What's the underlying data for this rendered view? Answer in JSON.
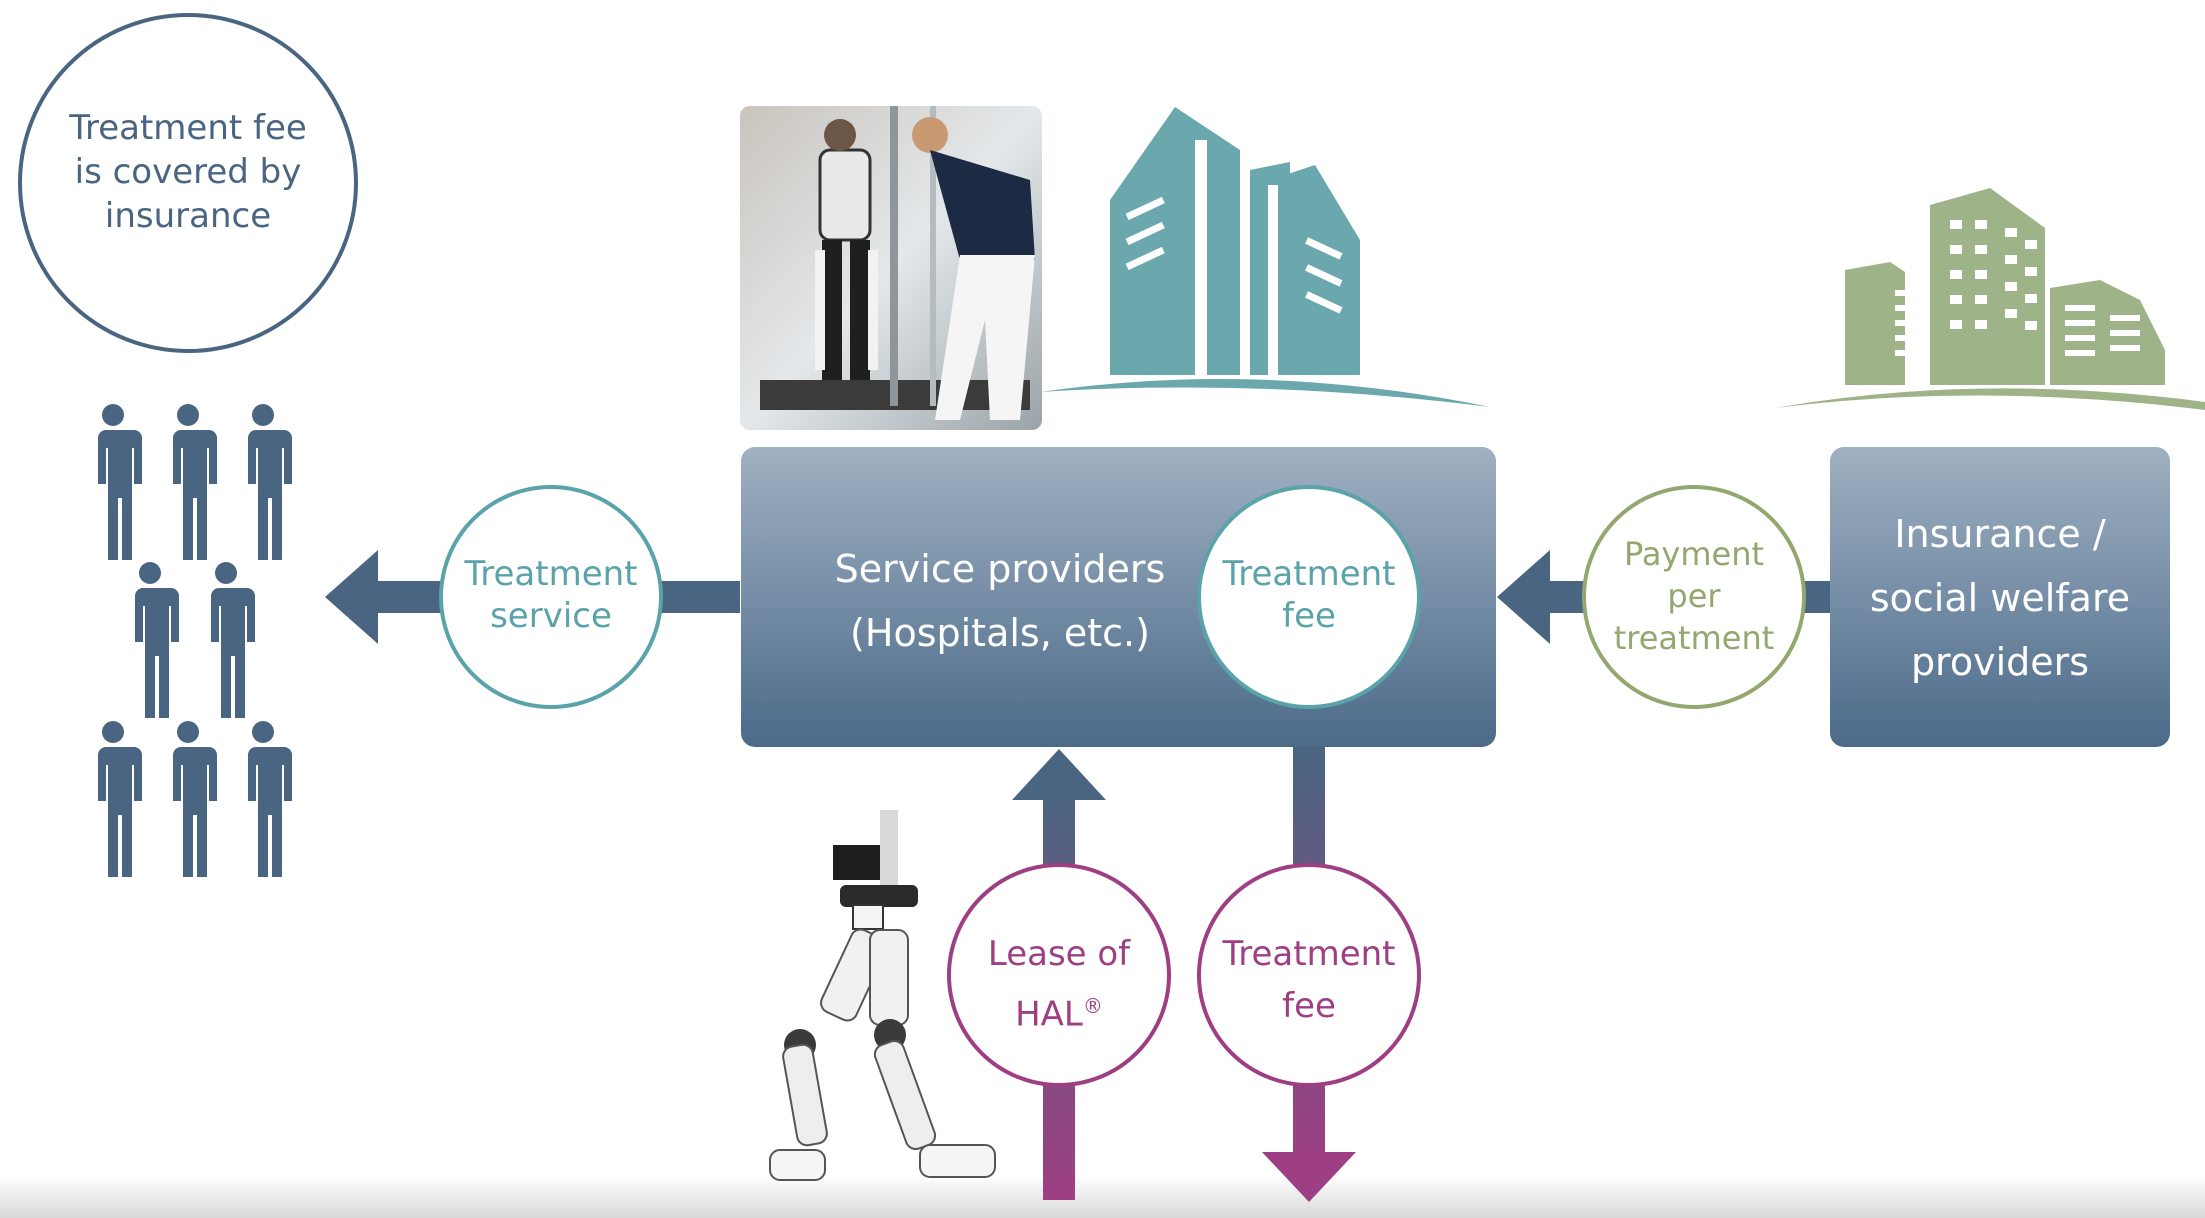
{
  "colors": {
    "dark_blue": "#4a6582",
    "box_gradient_top": "#9fb0c1",
    "box_gradient_bottom": "#4d6b8a",
    "teal": "#5aa3a9",
    "olive": "#93a76f",
    "purple": "#9e3f83",
    "building_teal": "#6aa8ae",
    "building_olive": "#9fb388"
  },
  "icons": [
    "people-icon",
    "hospital-building-icon",
    "insurance-building-icon",
    "rehab-photo",
    "hal-robot-suit"
  ],
  "insurance_note": {
    "lines": [
      "Treatment fee",
      "is covered by",
      "insurance"
    ]
  },
  "treatment_service": {
    "lines": [
      "Treatment",
      "service"
    ]
  },
  "service_provider": {
    "lines": [
      "Service providers",
      "(Hospitals, etc.)"
    ]
  },
  "treatment_fee_inner": {
    "lines": [
      "Treatment",
      "fee"
    ]
  },
  "payment": {
    "lines": [
      "Payment",
      "per",
      "treatment"
    ]
  },
  "insurer": {
    "lines": [
      "Insurance /",
      "social welfare",
      "providers"
    ]
  },
  "lease": {
    "line1": "Lease of",
    "line2": "HAL",
    "mark": "®"
  },
  "treatment_fee_bottom": {
    "lines": [
      "Treatment",
      "fee"
    ]
  }
}
